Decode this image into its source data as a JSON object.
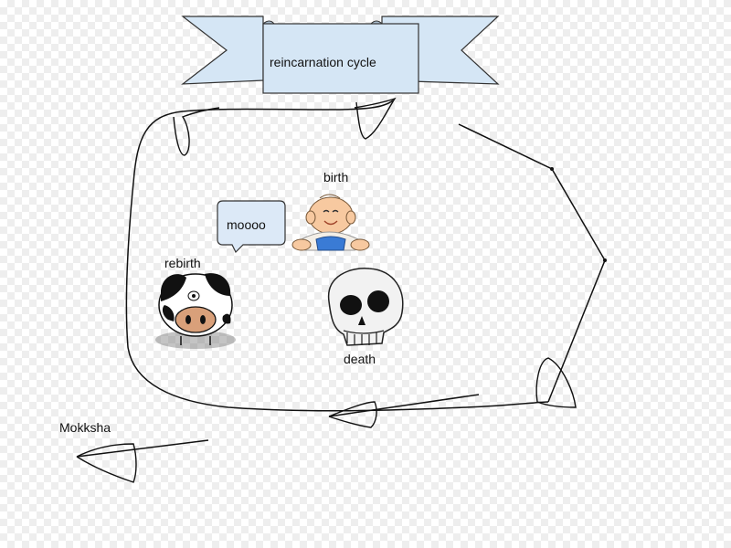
{
  "banner": {
    "title": "reincarnation cycle"
  },
  "stages": {
    "birth": "birth",
    "death": "death",
    "rebirth": "rebirth"
  },
  "speech_bubble": {
    "text": "moooo"
  },
  "escape": {
    "label": "Mokksha"
  },
  "colors": {
    "banner_fill": "#d5e6f5",
    "banner_stroke": "#333333",
    "bubble_fill": "#dce9f7",
    "line": "#111111",
    "baby_skin": "#f7c9a0",
    "baby_diaper": "#3a7bd5",
    "skull": "#f2f2f2",
    "cow_spot": "#111111",
    "cow_snout": "#d9a07a"
  },
  "icons": [
    "banner-ribbon",
    "baby-icon",
    "skull-icon",
    "cow-icon",
    "speech-bubble",
    "cycle-arrow",
    "escape-arrow"
  ]
}
